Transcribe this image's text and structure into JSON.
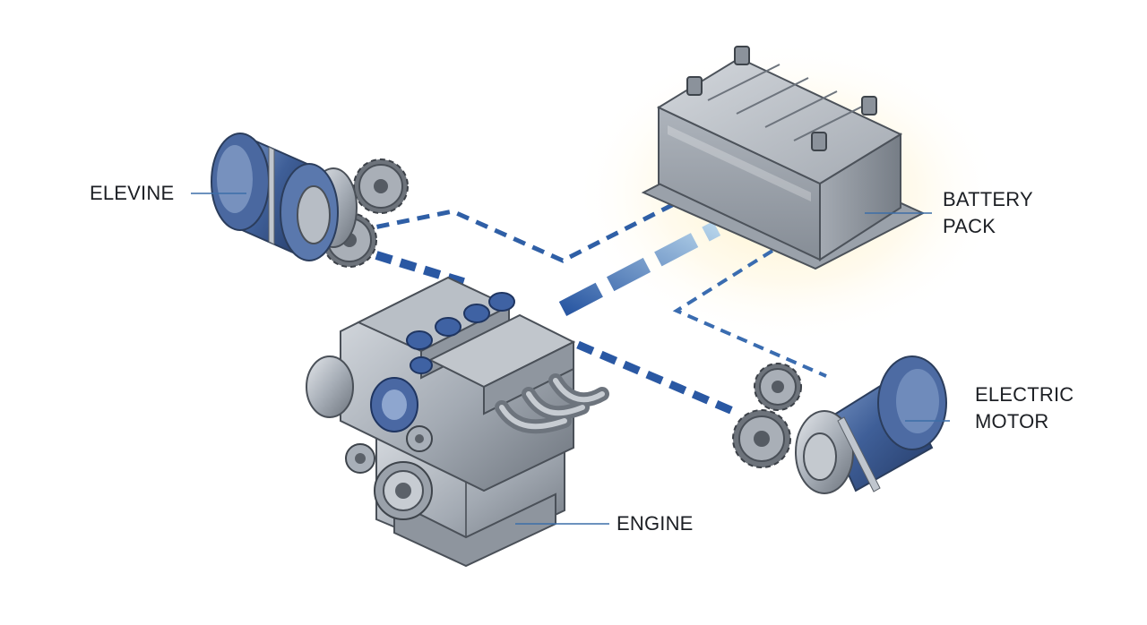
{
  "labels": {
    "elevine": "ELEVINE",
    "battery_line1": "BATTERY",
    "battery_line2": "PACK",
    "electric_line1": "ELECTRIC",
    "electric_line2": "MOTOR",
    "engine": "ENGINE"
  },
  "components": {
    "left_motor_icon": "electric-motor-icon",
    "battery_icon": "battery-pack-icon",
    "engine_icon": "engine-block-icon",
    "right_motor_icon": "electric-motor-icon"
  },
  "colors": {
    "label_text": "#1c1f24",
    "leader_line": "#3c6ea8",
    "flow_dash": "#2f5fa6",
    "motor_blue": "#3e5f97",
    "metal": "#a9b0b9",
    "battery_glow": "#fff1c4"
  }
}
